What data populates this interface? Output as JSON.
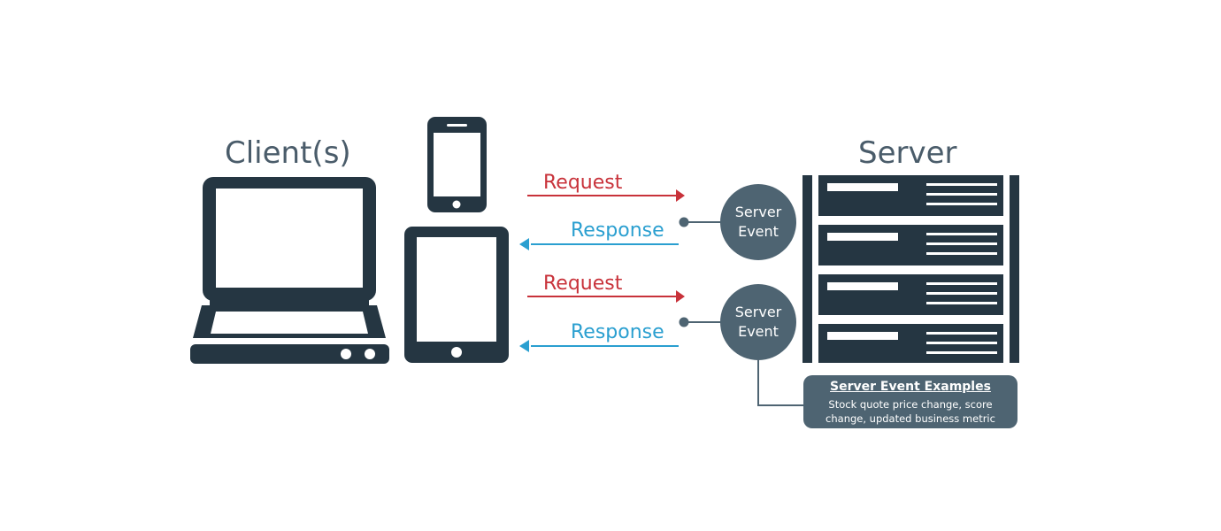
{
  "labels": {
    "clients": "Client(s)",
    "server": "Server"
  },
  "exchanges": [
    {
      "request": "Request",
      "response": "Response",
      "event_line1": "Server",
      "event_line2": "Event"
    },
    {
      "request": "Request",
      "response": "Response",
      "event_line1": "Server",
      "event_line2": "Event"
    }
  ],
  "note": {
    "title": "Server Event Examples",
    "line1": "Stock quote price change, score",
    "line2": "change, updated business metric"
  },
  "colors": {
    "dark": "#253642",
    "slate": "#4a5c6a",
    "request": "#c8323a",
    "response": "#2a9fd0",
    "event_fill": "#4e6472",
    "note_fill": "#4e6472",
    "background": "#ffffff"
  },
  "icons": {
    "laptop": "laptop-icon",
    "phone": "phone-icon",
    "tablet": "tablet-icon",
    "server_rack": "server-rack-icon"
  }
}
